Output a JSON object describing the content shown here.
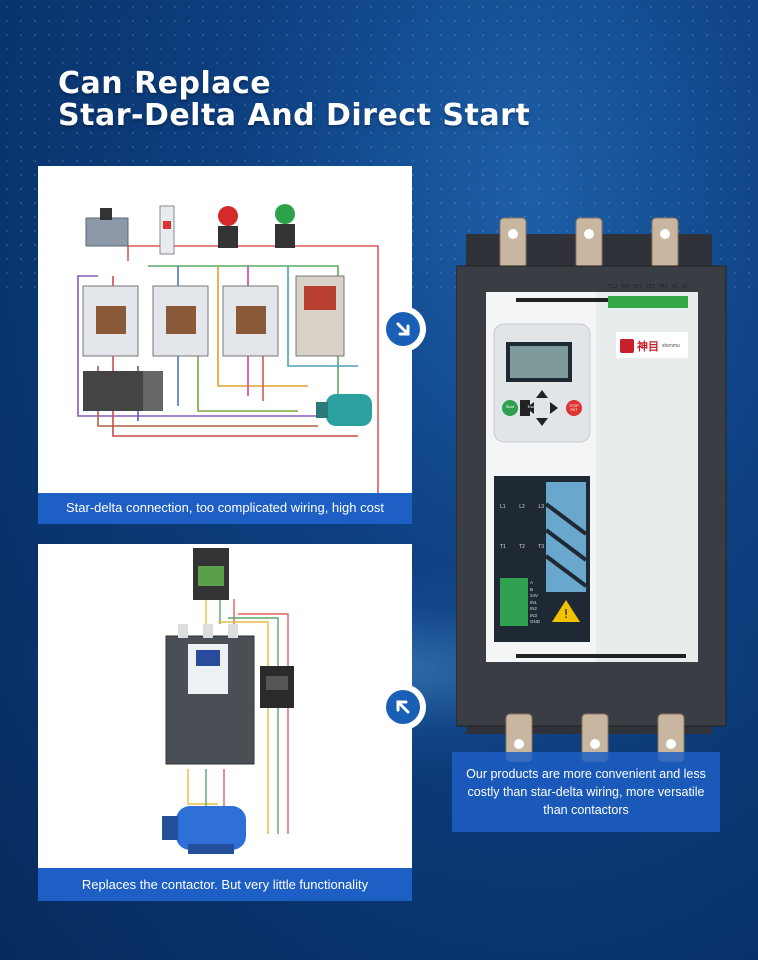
{
  "headline": {
    "line1": "Can Replace",
    "line2": "Star-Delta And Direct Start"
  },
  "panel1": {
    "caption": "Star-delta connection, too complicated wiring, high cost"
  },
  "panel2": {
    "caption": "Replaces the contactor. But very little functionality"
  },
  "product": {
    "caption": "Our products are more convenient and less costly than star-delta wiring, more versatile than contactors",
    "terminals_top": [
      "TC2",
      "TA2",
      "TC1",
      "TB1",
      "TA1",
      "A1",
      "A2"
    ],
    "terminals_side": [
      "A",
      "B",
      "24V",
      "IN1",
      "IN2",
      "IN3",
      "GND"
    ],
    "phases_top": [
      "L1",
      "L2",
      "L3"
    ],
    "phases_bottom": [
      "T1",
      "T2",
      "T3"
    ],
    "buttons": {
      "start": "Start",
      "esc": "Esc",
      "stop": "STOP RST"
    },
    "brand": "神目",
    "brand_sub": "shenmu"
  },
  "colors": {
    "accent": "#1d5fc4",
    "background": "#0d3f80"
  }
}
